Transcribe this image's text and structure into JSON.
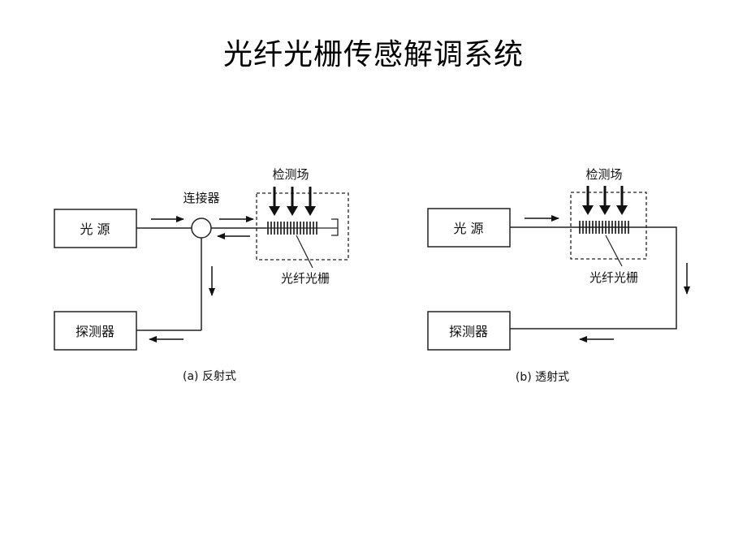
{
  "title": "光纤光栅传感解调系统",
  "reflective": {
    "light_source": "光 源",
    "connector": "连接器",
    "detection_field": "检测场",
    "fiber_grating": "光纤光栅",
    "detector": "探测器",
    "caption": "(a) 反射式"
  },
  "transmissive": {
    "light_source": "光 源",
    "detection_field": "检测场",
    "fiber_grating": "光纤光栅",
    "detector": "探测器",
    "caption": "(b) 透射式"
  }
}
